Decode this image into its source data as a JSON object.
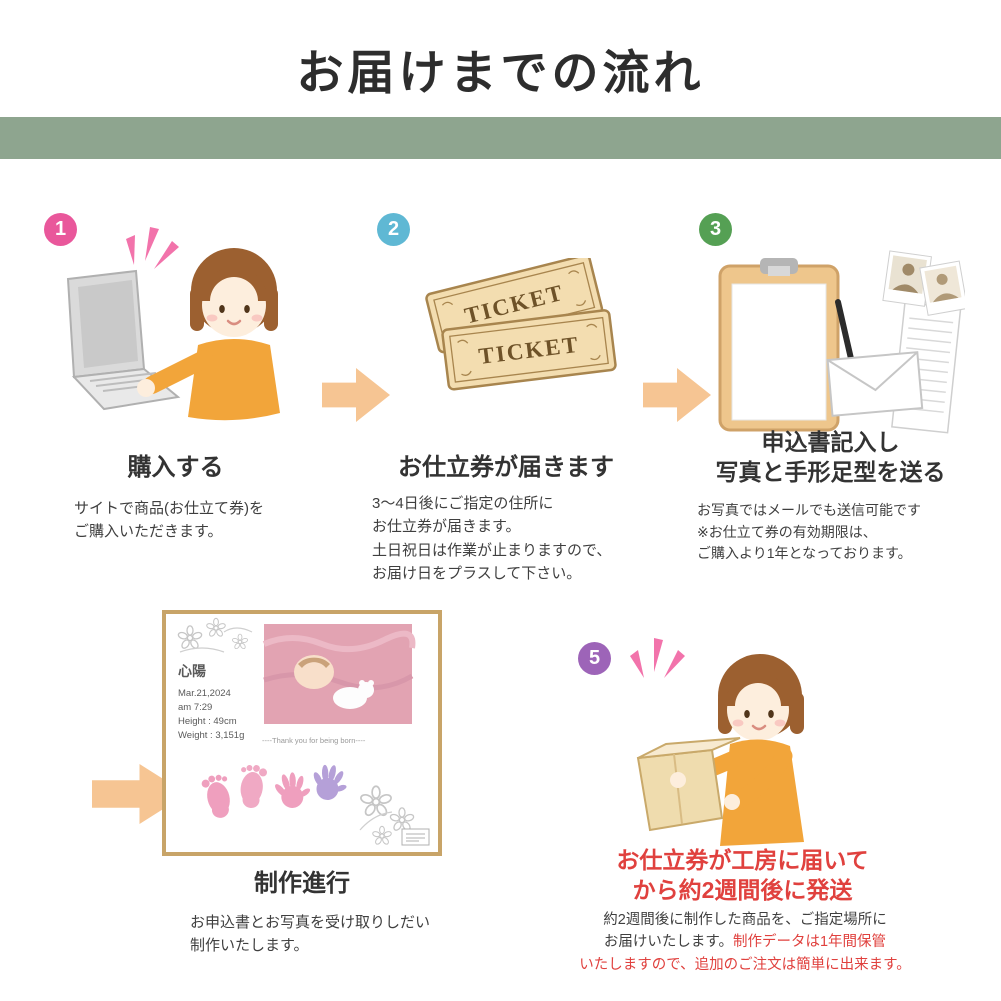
{
  "title": "お届けまでの流れ",
  "steps": [
    {
      "number": "1",
      "heading": "購入する",
      "body": "サイトで商品(お仕立て券)を\nご購入いただきます。"
    },
    {
      "number": "2",
      "heading": "お仕立券が届きます",
      "body": "3〜4日後にご指定の住所に\nお仕立券が届きます。\n土日祝日は作業が止まりますので、\nお届け日をプラスして下さい。"
    },
    {
      "number": "3",
      "heading": "申込書記入し\n写真と手形足型を送る",
      "body": "お写真ではメールでも送信可能です\n※お仕立て券の有効期限は、\nご購入より1年となっております。"
    },
    {
      "heading": "制作進行",
      "body": "お申込書とお写真を受け取りしだい\n制作いたします。"
    },
    {
      "number": "5",
      "heading": "お仕立券が工房に届いて\nから約2週間後に発送",
      "body_dark": "約2週間後に制作した商品を、ご指定場所に\nお届けいたします。",
      "body_red": "制作データは1年間保管\nいたしますので、追加のご注文は簡単に出来ます。"
    }
  ],
  "ticket": {
    "label": "TICKET"
  },
  "frame": {
    "name": "心陽",
    "date": "Mar.21,2024",
    "time": "am 7:29",
    "height": "Height : 49cm",
    "weight": "Weight : 3,151g",
    "caption": "----Thank you for being born----"
  },
  "colors": {
    "band_green": "#8ea58f",
    "badge_step1": "#e9579b",
    "badge_step2": "#5fb8d4",
    "badge_step3": "#55a054",
    "badge_step5": "#9d64b8",
    "arrow_peach": "#f6c593",
    "highlight_red": "#e0413e"
  }
}
